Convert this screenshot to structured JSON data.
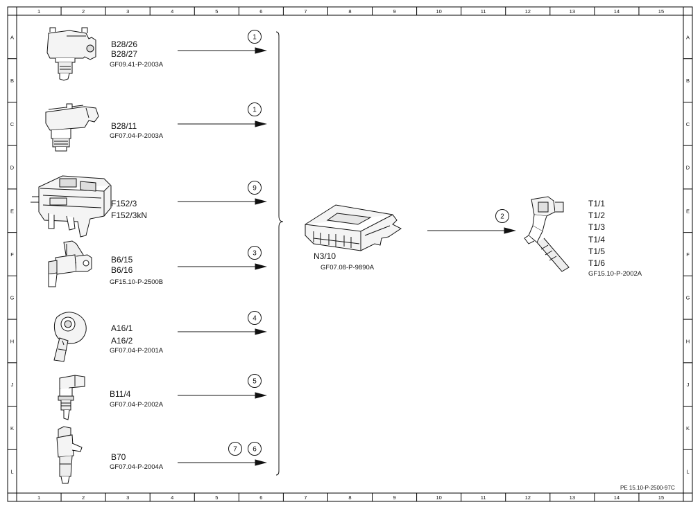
{
  "frame": {
    "columns": [
      "1",
      "2",
      "3",
      "4",
      "5",
      "6",
      "7",
      "8",
      "9",
      "10",
      "11",
      "12",
      "13",
      "14",
      "15"
    ],
    "rows": [
      "A",
      "B",
      "C",
      "D",
      "E",
      "F",
      "G",
      "H",
      "J",
      "K",
      "L"
    ]
  },
  "components": [
    {
      "id": "map-sensor",
      "icon": "pressure-sensor-icon",
      "codes": [
        "B28/26",
        "B28/27"
      ],
      "ref": "GF09.41-P-2003A",
      "circles": [
        "1"
      ]
    },
    {
      "id": "pressure-sensor",
      "icon": "pressure-sensor-icon",
      "codes": [
        "B28/11"
      ],
      "ref": "GF07.04-P-2003A",
      "circles": [
        "1"
      ]
    },
    {
      "id": "fuse-relay",
      "icon": "fuse-relay-box-icon",
      "codes": [
        "F152/3",
        "F152/3kN"
      ],
      "ref": "",
      "circles": [
        "9"
      ]
    },
    {
      "id": "camshaft-sensor",
      "icon": "camshaft-sensor-icon",
      "codes": [
        "B6/15",
        "B6/16"
      ],
      "ref": "GF15.10-P-2500B",
      "circles": [
        "3"
      ]
    },
    {
      "id": "knock-sensor",
      "icon": "knock-sensor-icon",
      "codes": [
        "A16/1",
        "A16/2"
      ],
      "ref": "GF07.04-P-2001A",
      "circles": [
        "4"
      ]
    },
    {
      "id": "temp-sensor",
      "icon": "temperature-sensor-icon",
      "codes": [
        "B11/4"
      ],
      "ref": "GF07.04-P-2002A",
      "circles": [
        "5"
      ]
    },
    {
      "id": "crankshaft-sensor",
      "icon": "crankshaft-sensor-icon",
      "codes": [
        "B70"
      ],
      "ref": "GF07.04-P-2004A",
      "circles": [
        "7",
        "6"
      ]
    }
  ],
  "control_unit": {
    "icon": "control-unit-icon",
    "code": "N3/10",
    "ref": "GF07.08-P-9890A"
  },
  "output": {
    "icon": "ignition-coil-icon",
    "circle": "2",
    "codes": [
      "T1/1",
      "T1/2",
      "T1/3",
      "T1/4",
      "T1/5",
      "T1/6"
    ],
    "ref": "GF15.10-P-2002A"
  },
  "document_ref": "PE 15.10-P-2500-97C"
}
